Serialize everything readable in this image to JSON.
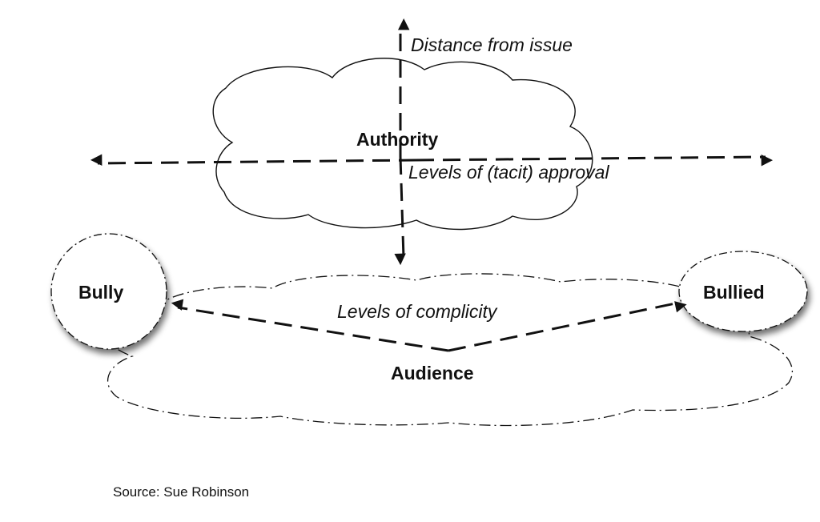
{
  "diagram": {
    "labels": {
      "authority": "Authority",
      "audience": "Audience",
      "bully": "Bully",
      "bullied": "Bullied",
      "distance": "Distance from issue",
      "approval": "Levels of (tacit) approval",
      "complicity": "Levels of complicity"
    },
    "source": "Source: Sue Robinson"
  }
}
